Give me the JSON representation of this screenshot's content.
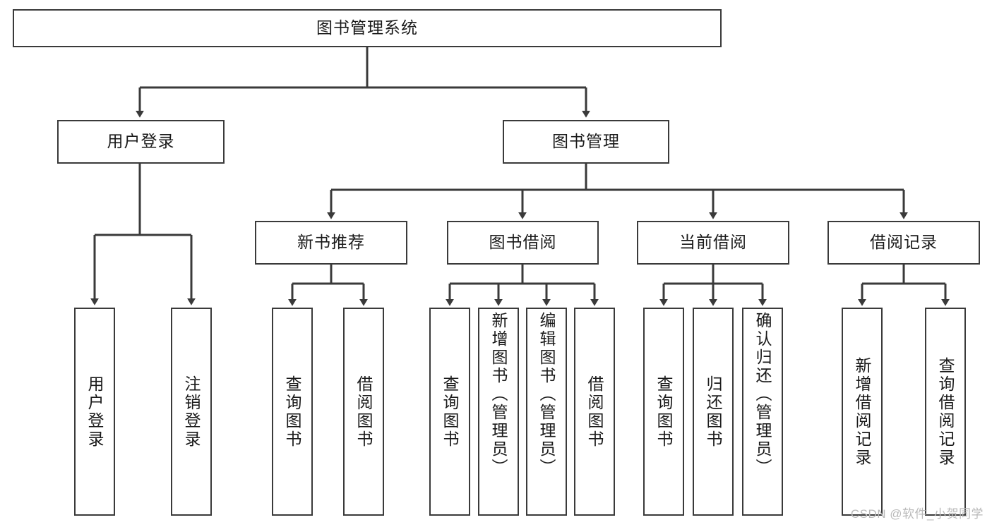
{
  "diagram": {
    "type": "tree-hierarchy",
    "title": "图书管理系统",
    "watermark": "CSDN @软件_小贺同学",
    "colors": {
      "box_border": "#3a3a3a",
      "box_fill": "#ffffff",
      "line": "#3a3a3a",
      "text": "#1a1a1a",
      "watermark": "#b9b9b9",
      "background": "#ffffff"
    },
    "levels": {
      "root": {
        "label": "图书管理系统"
      },
      "level2": [
        {
          "label": "用户登录"
        },
        {
          "label": "图书管理"
        }
      ],
      "level3": [
        {
          "label": "新书推荐"
        },
        {
          "label": "图书借阅"
        },
        {
          "label": "当前借阅"
        },
        {
          "label": "借阅记录"
        }
      ],
      "leaves": [
        {
          "label": "用户登录",
          "parent": "用户登录"
        },
        {
          "label": "注销登录",
          "parent": "用户登录"
        },
        {
          "label": "查询图书",
          "parent": "新书推荐"
        },
        {
          "label": "借阅图书",
          "parent": "新书推荐"
        },
        {
          "label": "查询图书",
          "parent": "图书借阅"
        },
        {
          "label": "新增图书（管理员）",
          "parent": "图书借阅"
        },
        {
          "label": "编辑图书（管理员）",
          "parent": "图书借阅"
        },
        {
          "label": "借阅图书",
          "parent": "图书借阅"
        },
        {
          "label": "查询图书",
          "parent": "当前借阅"
        },
        {
          "label": "归还图书",
          "parent": "当前借阅"
        },
        {
          "label": "确认归还（管理员）",
          "parent": "当前借阅"
        },
        {
          "label": "新增借阅记录",
          "parent": "借阅记录"
        },
        {
          "label": "查询借阅记录",
          "parent": "借阅记录"
        }
      ]
    }
  }
}
